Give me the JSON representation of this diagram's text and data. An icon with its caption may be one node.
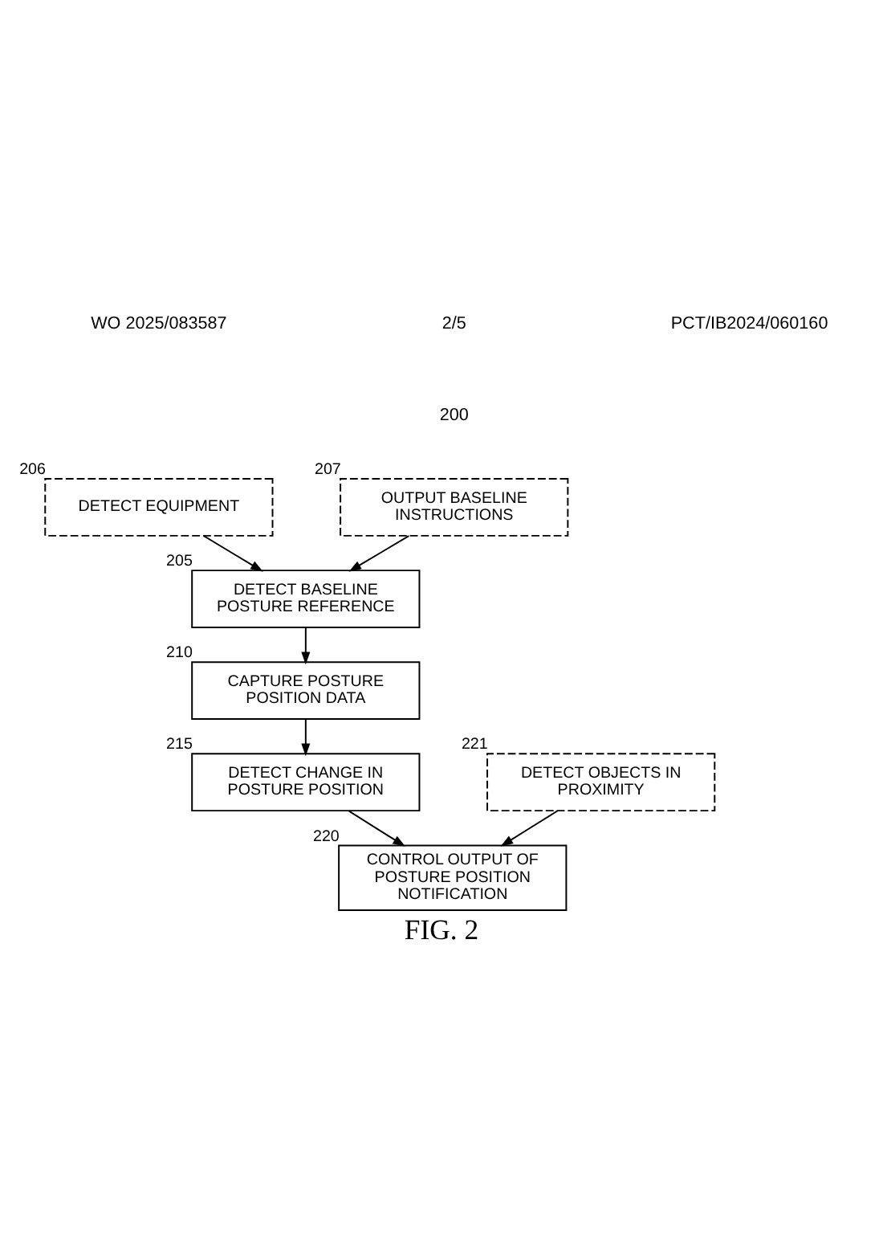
{
  "diagram": {
    "caption": "FIG. 2",
    "nodes": [
      {
        "text": [
          "DETECT EQUIPMENT"
        ],
        "beside": [
          "206"
        ]
      },
      {
        "text": [
          "OUTPUT BASELINE INSTRUCTIONS"
        ],
        "beside": [
          "207"
        ]
      },
      {
        "text": [
          "DETECT BASELINE POSTURE REFERENCE"
        ],
        "beside": [
          "205"
        ]
      },
      {
        "text": [
          "CAPTURE POSTURE POSITION DATA"
        ],
        "beside": [
          "210"
        ]
      },
      {
        "text": [
          "DETECT CHANGE IN POSTURE POSITION"
        ],
        "beside": [
          "215"
        ]
      },
      {
        "text": [
          "DETECT OBJECTS IN PROXIMITY"
        ],
        "beside": [
          "221"
        ]
      },
      {
        "text": [
          "CONTROL OUTPUT OF POSTURE POSITION NOTIFICATION"
        ],
        "beside": [
          "220"
        ]
      }
    ],
    "edges": [
      {
        "from": 0,
        "to": 2,
        "arrow": "to"
      },
      {
        "from": 1,
        "to": 2,
        "arrow": "to"
      },
      {
        "from": 2,
        "to": 3,
        "arrow": "to"
      },
      {
        "from": 3,
        "to": 4,
        "arrow": "to"
      },
      {
        "from": 4,
        "to": 6,
        "arrow": "to"
      },
      {
        "from": 5,
        "to": 6,
        "arrow": "to"
      }
    ],
    "labels": [
      "WO 2025/083587",
      "PCT/IB2024/060160",
      "2/5",
      "200"
    ]
  }
}
